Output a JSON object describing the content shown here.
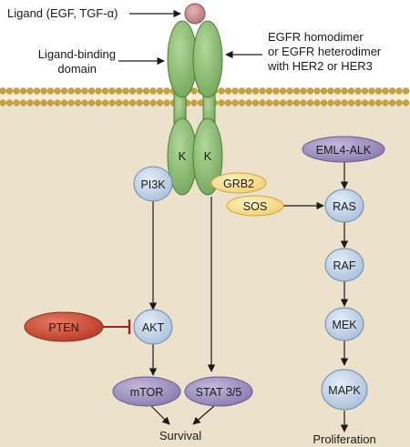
{
  "labels": {
    "ligand": "Ligand (EGF, TGF-α)",
    "ligand_binding_line1": "Ligand-binding",
    "ligand_binding_line2": "domain",
    "egfr_line1": "EGFR homodimer",
    "egfr_line2": "or EGFR heterodimer",
    "egfr_line3": "with HER2 or HER3",
    "kinase_left": "K",
    "kinase_right": "K",
    "survival": "Survival",
    "proliferation": "Proliferation"
  },
  "nodes": {
    "pi3k": "PI3K",
    "grb2": "GRB2",
    "sos": "SOS",
    "eml4_alk": "EML4-ALK",
    "ras": "RAS",
    "raf": "RAF",
    "mek": "MEK",
    "mapk": "MAPK",
    "pten": "PTEN",
    "akt": "AKT",
    "mtor": "mTOR",
    "stat": "STAT 3/5"
  },
  "colors": {
    "cytoplasm": "#ece2cc",
    "receptor": "#8cbc70",
    "receptor_stroke": "#4e7f3a",
    "ligand": "#c98f8f",
    "blue_node": "#c5d6ea",
    "purple_node": "#a99bc7",
    "yellow_node": "#fbe49a",
    "pten": "#cf4b33",
    "inhibit": "#a02020"
  }
}
